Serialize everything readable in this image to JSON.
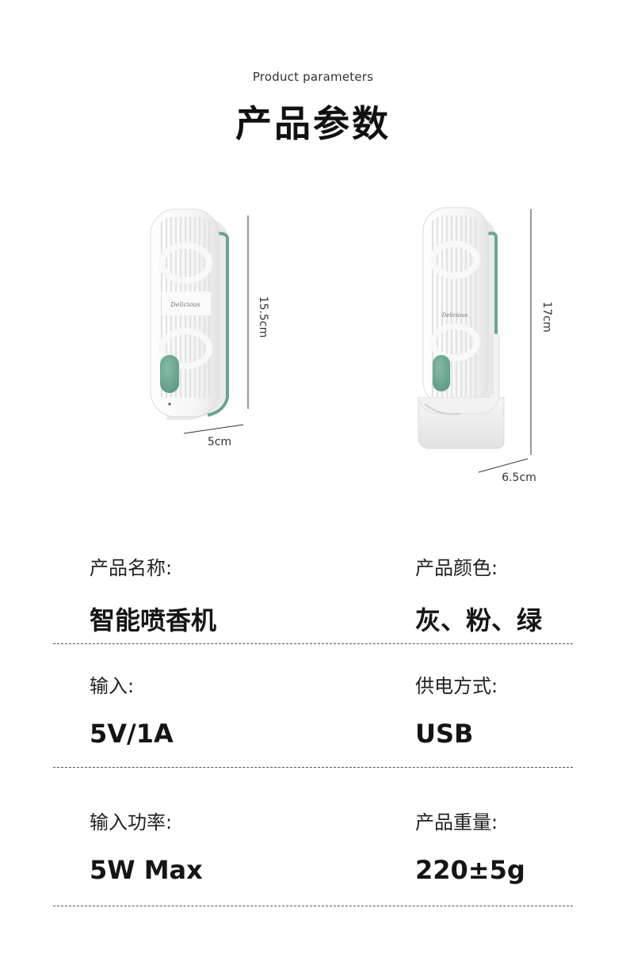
{
  "header": {
    "subtitle": "Product parameters",
    "title": "产品参数"
  },
  "product_images": {
    "left_device": {
      "height_label": "15.5cm",
      "width_label": "5cm",
      "brand_script": "Delicious"
    },
    "right_device": {
      "height_label": "17cm",
      "width_label": "6.5cm",
      "brand_script": "Delicious"
    }
  },
  "specs": [
    {
      "label": "产品名称:",
      "value": "智能喷香机"
    },
    {
      "label": "产品颜色:",
      "value": "灰、粉、绿"
    },
    {
      "label": "输入:",
      "value": "5V/1A"
    },
    {
      "label": "供电方式:",
      "value": "USB"
    },
    {
      "label": "输入功率:",
      "value": "5W Max"
    },
    {
      "label": "产品重量:",
      "value": "220±5g"
    }
  ],
  "colors": {
    "accent_green": "#6aa68d",
    "device_white": "#f7f7f7",
    "background": "#ffffff"
  }
}
